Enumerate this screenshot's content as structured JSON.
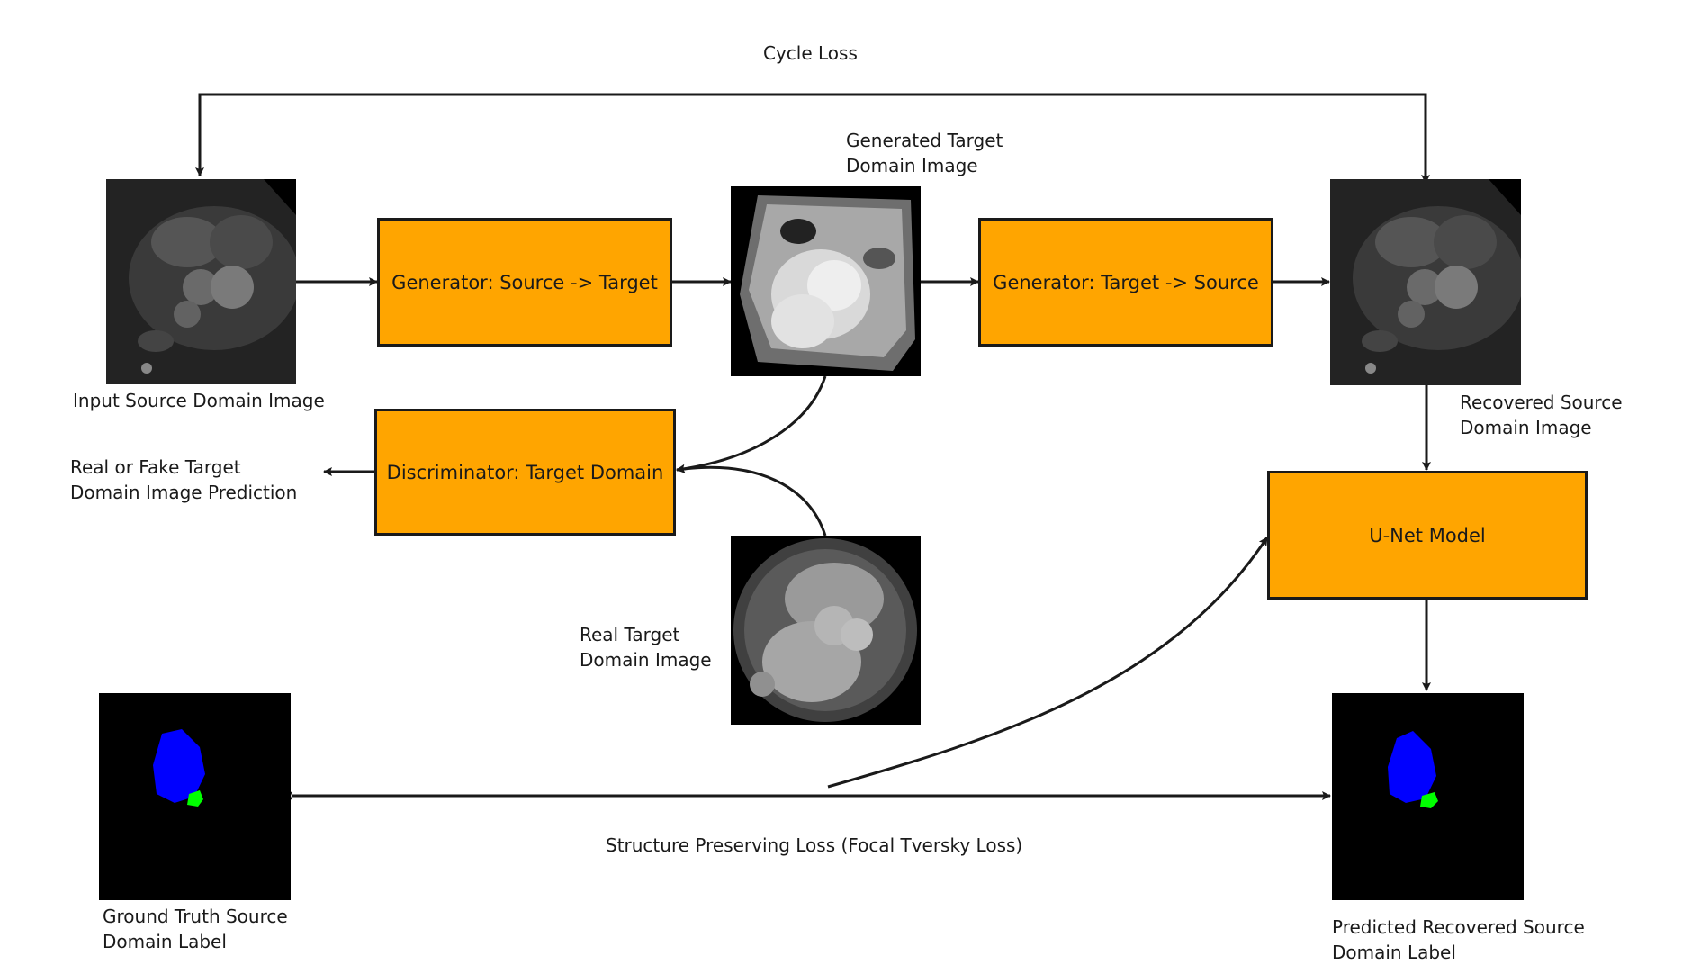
{
  "labels": {
    "cycle_loss": "Cycle Loss",
    "generated_target_line1": "Generated Target",
    "generated_target_line2": "Domain Image",
    "input_source": "Input Source Domain Image",
    "recovered_source_line1": "Recovered Source",
    "recovered_source_line2": "Domain Image",
    "real_fake_line1": "Real or Fake Target",
    "real_fake_line2": "Domain Image Prediction",
    "real_target_line1": "Real Target",
    "real_target_line2": "Domain Image",
    "structure_loss": "Structure Preserving Loss (Focal Tversky Loss)",
    "ground_truth_line1": "Ground Truth Source",
    "ground_truth_line2": "Domain Label",
    "predicted_line1": "Predicted Recovered Source",
    "predicted_line2": "Domain Label"
  },
  "boxes": {
    "gen_source_target": "Generator: Source -> Target",
    "gen_target_source": "Generator: Target -> Source",
    "discriminator": "Discriminator: Target Domain",
    "unet": "U-Net Model"
  },
  "colors": {
    "box_fill": "#ffa500",
    "stroke": "#1a1a1a",
    "label_blue": "#0000ff",
    "label_green": "#00ff00"
  }
}
